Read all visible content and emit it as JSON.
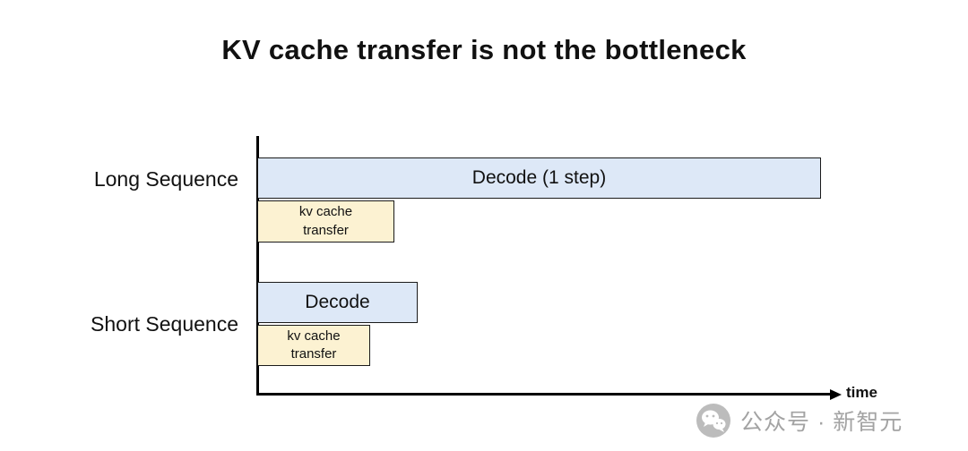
{
  "title": "KV cache transfer is not the bottleneck",
  "axis": {
    "time_label": "time"
  },
  "rows": [
    {
      "label": "Long Sequence",
      "decode_label": "Decode (1 step)",
      "kv_line1": "kv cache",
      "kv_line2": "transfer"
    },
    {
      "label": "Short Sequence",
      "decode_label": "Decode",
      "kv_line1": "kv cache",
      "kv_line2": "transfer"
    }
  ],
  "watermark": {
    "text": "公众号 · 新智元"
  },
  "colors": {
    "decode_fill": "#dde8f7",
    "kv_fill": "#fcf2d2",
    "bar_border": "#1a1a1a",
    "watermark": "#a3a3a3"
  }
}
